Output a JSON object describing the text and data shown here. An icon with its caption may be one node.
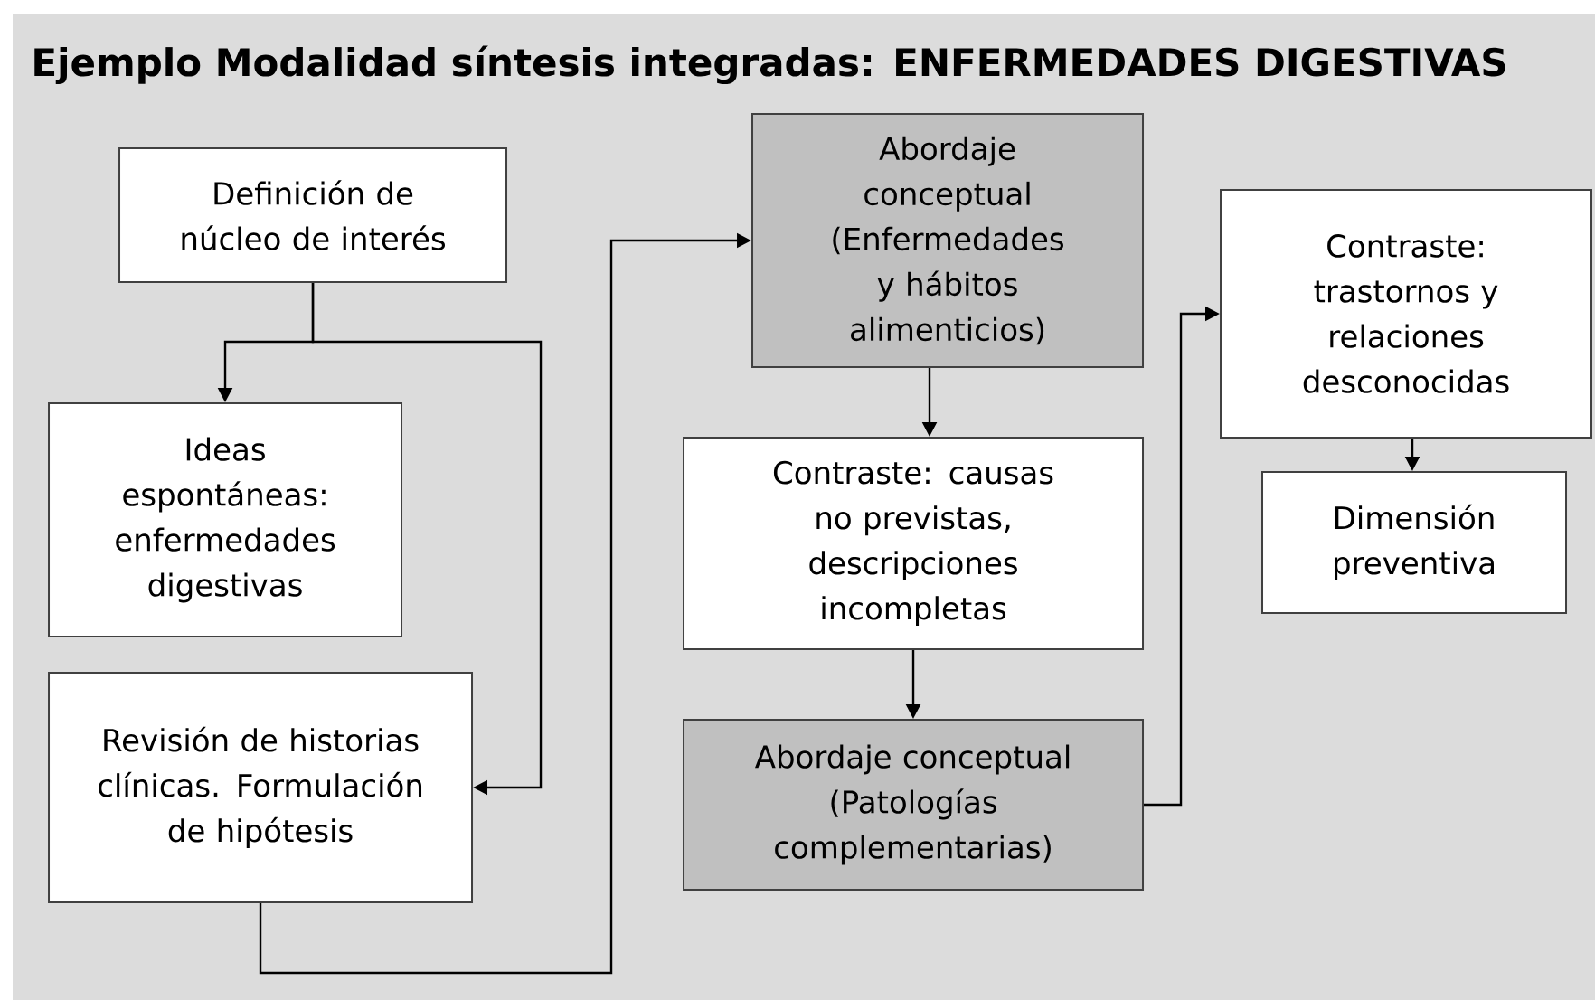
{
  "diagram": {
    "title": "Ejemplo Modalidad síntesis integradas: ENFERMEDADES DIGESTIVAS",
    "nodes": [
      {
        "text": [
          "Definición de núcleo de interés"
        ]
      },
      {
        "text": [
          "Ideas espontáneas: enfermedades digestivas"
        ]
      },
      {
        "text": [
          "Revisión de historias clínicas. Formulación de hipótesis"
        ]
      },
      {
        "text": [
          "Abordaje conceptual (Enfermedades y hábitos alimenticios)"
        ]
      },
      {
        "text": [
          "Contraste: causas no previstas, descripciones incompletas"
        ]
      },
      {
        "text": [
          "Abordaje conceptual (Patologías complementarias)"
        ]
      },
      {
        "text": [
          "Contraste: trastornos y relaciones desconocidas"
        ]
      },
      {
        "text": [
          "Dimensión preventiva"
        ]
      }
    ],
    "edges": [
      {
        "from": 0,
        "to": 1,
        "arrow": "to"
      },
      {
        "from": 0,
        "to": 2,
        "arrow": "to"
      },
      {
        "from": 2,
        "to": 3,
        "arrow": "to"
      },
      {
        "from": 3,
        "to": 4,
        "arrow": "to"
      },
      {
        "from": 4,
        "to": 5,
        "arrow": "to"
      },
      {
        "from": 5,
        "to": 6,
        "arrow": "to"
      },
      {
        "from": 6,
        "to": 7,
        "arrow": "to"
      }
    ]
  }
}
